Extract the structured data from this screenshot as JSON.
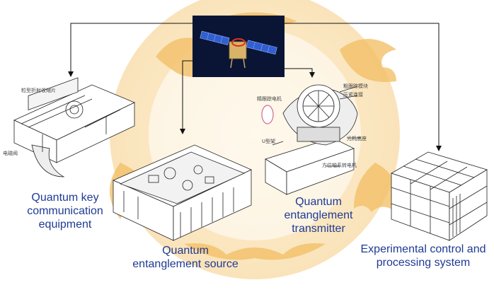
{
  "diagram": {
    "components": [
      {
        "id": "key_comm",
        "label_lines": [
          "Quantum key",
          "communication",
          "equipment"
        ]
      },
      {
        "id": "source",
        "label_lines": [
          "Quantum",
          "entanglement source"
        ]
      },
      {
        "id": "transmitter",
        "label_lines": [
          "Quantum",
          "entanglement",
          "transmitter"
        ]
      },
      {
        "id": "control",
        "label_lines": [
          "Experimental control and",
          "processing system"
        ]
      }
    ],
    "drawing_annotations": {
      "key_comm": [
        "粒型折射收缩片",
        "电磁阀"
      ],
      "transmitter": [
        "精跟踪电机",
        "粗跟踪模块",
        "压紧连接",
        "光机底座",
        "U型架",
        "方位轴系转电机"
      ]
    },
    "colors": {
      "label": "#1f3a93",
      "arrow": "#111111",
      "background_emblem": "#f3c26a",
      "satellite_background": "#0a1535",
      "solar_panel": "#2f5fd0"
    }
  }
}
